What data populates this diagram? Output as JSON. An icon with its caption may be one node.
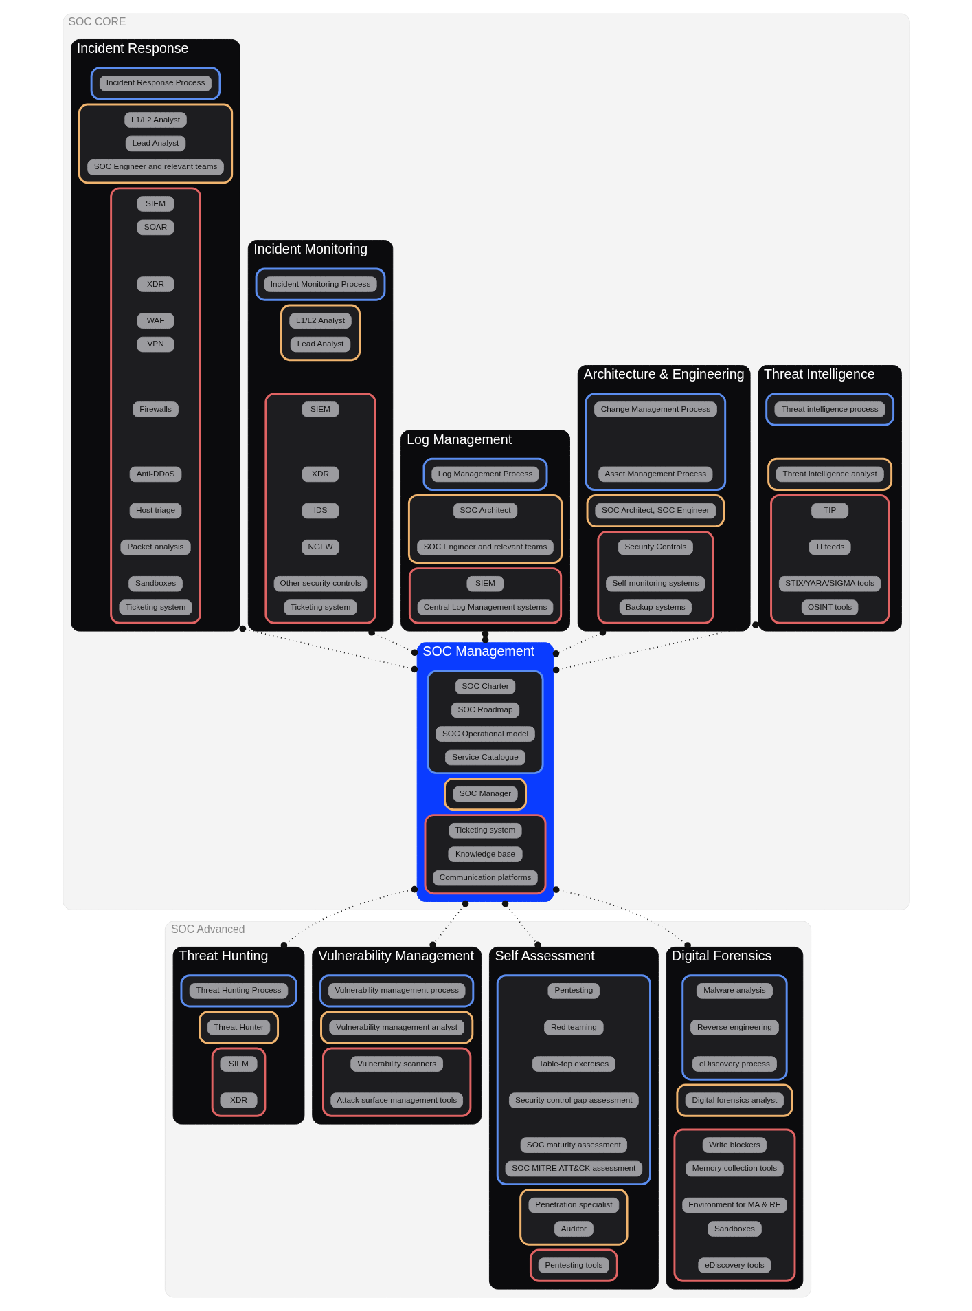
{
  "diagram": {
    "nodes": [
      {
        "text": [
          "SOC CORE"
        ]
      },
      {
        "text": [
          "Threat Intelligence"
        ],
        "in": 0
      },
      {
        "text": [],
        "shape": "box",
        "in": 1
      },
      {
        "text": [
          "Threat intelligence process"
        ],
        "in": 2
      },
      {
        "text": [],
        "shape": "box",
        "in": 1
      },
      {
        "text": [
          "Threat intelligence analyst"
        ],
        "in": 4
      },
      {
        "text": [],
        "shape": "box",
        "in": 1
      },
      {
        "text": [
          "TIP"
        ],
        "in": 6
      },
      {
        "text": [
          "TI feeds"
        ],
        "in": 6
      },
      {
        "text": [
          "STIX/YARA/SIGMA tools"
        ],
        "in": 6
      },
      {
        "text": [
          "OSINT tools"
        ],
        "in": 6
      },
      {
        "text": [
          "Architecture & Engineering"
        ],
        "in": 0
      },
      {
        "text": [],
        "shape": "box",
        "in": 11
      },
      {
        "text": [
          "Change Management Process"
        ],
        "in": 12
      },
      {
        "text": [
          "Asset Management Process"
        ],
        "in": 12
      },
      {
        "text": [],
        "shape": "box",
        "in": 11
      },
      {
        "text": [
          "SOC Architect, SOC Engineer"
        ],
        "in": 15
      },
      {
        "text": [],
        "shape": "box",
        "in": 11
      },
      {
        "text": [
          "Security Controls"
        ],
        "in": 17
      },
      {
        "text": [
          "Self-monitoring systems"
        ],
        "in": 17
      },
      {
        "text": [
          "Backup-systems"
        ],
        "in": 17
      },
      {
        "text": [
          "Log Management"
        ],
        "in": 0
      },
      {
        "text": [],
        "shape": "box",
        "in": 21
      },
      {
        "text": [
          "Log Management Process"
        ],
        "in": 22
      },
      {
        "text": [],
        "shape": "box",
        "in": 21
      },
      {
        "text": [
          "SOC Architect"
        ],
        "in": 24
      },
      {
        "text": [
          "SOC Engineer and relevant teams"
        ],
        "in": 24
      },
      {
        "text": [],
        "shape": "box",
        "in": 21
      },
      {
        "text": [
          "SIEM"
        ],
        "in": 27
      },
      {
        "text": [
          "Central Log Management systems"
        ],
        "in": 27
      },
      {
        "text": [
          "Incident Monitoring"
        ],
        "in": 0
      },
      {
        "text": [],
        "shape": "box",
        "in": 30
      },
      {
        "text": [
          "Incident Monitoring Process"
        ],
        "in": 31
      },
      {
        "text": [],
        "shape": "box",
        "in": 30
      },
      {
        "text": [
          "L1/L2 Analyst"
        ],
        "in": 33
      },
      {
        "text": [
          "Lead Analyst"
        ],
        "in": 33
      },
      {
        "text": [],
        "shape": "box",
        "in": 30
      },
      {
        "text": [
          "SIEM"
        ],
        "in": 36
      },
      {
        "text": [
          "XDR"
        ],
        "in": 36
      },
      {
        "text": [
          "IDS"
        ],
        "in": 36
      },
      {
        "text": [
          "NGFW"
        ],
        "in": 36
      },
      {
        "text": [
          "Other security controls"
        ],
        "in": 36
      },
      {
        "text": [
          "Ticketing system"
        ],
        "in": 36
      },
      {
        "text": [
          "SOC Management"
        ],
        "in": 0
      },
      {
        "text": [],
        "shape": "box",
        "in": 43
      },
      {
        "text": [
          "SOC Charter"
        ],
        "in": 44
      },
      {
        "text": [
          "SOC Roadmap"
        ],
        "in": 44
      },
      {
        "text": [
          "SOC Operational model"
        ],
        "in": 44
      },
      {
        "text": [
          "Service Catalogue"
        ],
        "in": 44
      },
      {
        "text": [],
        "shape": "box",
        "in": 43
      },
      {
        "text": [
          "SOC Manager"
        ],
        "in": 49
      },
      {
        "text": [],
        "shape": "box",
        "in": 43
      },
      {
        "text": [
          "Ticketing system"
        ],
        "in": 51
      },
      {
        "text": [
          "Knowledge base"
        ],
        "in": 51
      },
      {
        "text": [
          "Communication platforms"
        ],
        "in": 51
      },
      {
        "text": [
          "Incident Response"
        ],
        "in": 0
      },
      {
        "text": [],
        "shape": "box",
        "in": 55
      },
      {
        "text": [
          "Incident Response Process"
        ],
        "in": 56
      },
      {
        "text": [],
        "shape": "box",
        "in": 55
      },
      {
        "text": [
          "L1/L2 Analyst"
        ],
        "in": 58
      },
      {
        "text": [
          "Lead Analyst"
        ],
        "in": 58
      },
      {
        "text": [
          "SOC Engineer and relevant teams"
        ],
        "in": 58
      },
      {
        "text": [],
        "shape": "box",
        "in": 55
      },
      {
        "text": [
          "SIEM"
        ],
        "in": 62
      },
      {
        "text": [
          "SOAR"
        ],
        "in": 62
      },
      {
        "text": [
          "XDR"
        ],
        "in": 62
      },
      {
        "text": [
          "WAF"
        ],
        "in": 62
      },
      {
        "text": [
          "VPN"
        ],
        "in": 62
      },
      {
        "text": [
          "Firewalls"
        ],
        "in": 62
      },
      {
        "text": [
          "Anti-DDoS"
        ],
        "in": 62
      },
      {
        "text": [
          "Host triage"
        ],
        "in": 62
      },
      {
        "text": [
          "Packet analysis"
        ],
        "in": 62
      },
      {
        "text": [
          "Sandboxes"
        ],
        "in": 62
      },
      {
        "text": [
          "Ticketing system"
        ],
        "in": 62
      },
      {
        "text": [
          "SOC Advanced"
        ]
      },
      {
        "text": [
          "Threat Hunting"
        ],
        "in": 74
      },
      {
        "text": [],
        "shape": "box",
        "in": 75
      },
      {
        "text": [
          "Threat Hunting Process"
        ],
        "in": 76
      },
      {
        "text": [],
        "shape": "box",
        "in": 75
      },
      {
        "text": [
          "Threat Hunter"
        ],
        "in": 78
      },
      {
        "text": [],
        "shape": "box",
        "in": 75
      },
      {
        "text": [
          "SIEM"
        ],
        "in": 80
      },
      {
        "text": [
          "XDR"
        ],
        "in": 80
      },
      {
        "text": [
          "Vulnerability Management"
        ],
        "in": 74
      },
      {
        "text": [],
        "shape": "box",
        "in": 83
      },
      {
        "text": [
          "Vulnerability management process"
        ],
        "in": 84
      },
      {
        "text": [],
        "shape": "box",
        "in": 83
      },
      {
        "text": [
          "Vulnerability management analyst"
        ],
        "in": 86
      },
      {
        "text": [],
        "shape": "box",
        "in": 83
      },
      {
        "text": [
          "Vulnerability scanners"
        ],
        "in": 88
      },
      {
        "text": [
          "Attack surface management tools"
        ],
        "in": 88
      },
      {
        "text": [
          "Self Assessment"
        ],
        "in": 74
      },
      {
        "text": [],
        "shape": "box",
        "in": 91
      },
      {
        "text": [
          "Pentesting"
        ],
        "in": 92
      },
      {
        "text": [
          "Red teaming"
        ],
        "in": 92
      },
      {
        "text": [
          "Table-top exercises"
        ],
        "in": 92
      },
      {
        "text": [
          "Security control gap assessment"
        ],
        "in": 92
      },
      {
        "text": [
          "SOC maturity assessment"
        ],
        "in": 92
      },
      {
        "text": [
          "SOC MITRE ATT&CK assessment"
        ],
        "in": 92
      },
      {
        "text": [],
        "shape": "box",
        "in": 91
      },
      {
        "text": [
          "Penetration specialist"
        ],
        "in": 99
      },
      {
        "text": [
          "Auditor"
        ],
        "in": 99
      },
      {
        "text": [],
        "shape": "box",
        "in": 91
      },
      {
        "text": [
          "Pentesting tools"
        ],
        "in": 102
      },
      {
        "text": [
          "Digital Forensics"
        ],
        "in": 74
      },
      {
        "text": [],
        "shape": "box",
        "in": 104
      },
      {
        "text": [
          "Malware analysis"
        ],
        "in": 105
      },
      {
        "text": [
          "Reverse engineering"
        ],
        "in": 105
      },
      {
        "text": [
          "eDiscovery process"
        ],
        "in": 105
      },
      {
        "text": [],
        "shape": "box",
        "in": 104
      },
      {
        "text": [
          "Digital forensics analyst"
        ],
        "in": 109
      },
      {
        "text": [],
        "shape": "box",
        "in": 104
      },
      {
        "text": [
          "Write blockers"
        ],
        "in": 111
      },
      {
        "text": [
          "Memory collection tools"
        ],
        "in": 111
      },
      {
        "text": [
          "Environment for MA & RE"
        ],
        "in": 111
      },
      {
        "text": [
          "Sandboxes"
        ],
        "in": 111
      },
      {
        "text": [
          "eDiscovery tools"
        ],
        "in": 111
      }
    ],
    "edges": [
      {
        "from": 1,
        "to": 43,
        "arrow": "other",
        "style": "dashed"
      },
      {
        "from": 11,
        "to": 43,
        "arrow": "other",
        "style": "dashed"
      },
      {
        "from": 21,
        "to": 43,
        "arrow": "other",
        "style": "dashed"
      },
      {
        "from": 30,
        "to": 43,
        "arrow": "other",
        "style": "dashed"
      },
      {
        "from": 55,
        "to": 43,
        "arrow": "other",
        "style": "dashed"
      },
      {
        "from": 43,
        "to": 75,
        "arrow": "other",
        "style": "dashed"
      },
      {
        "from": 43,
        "to": 83,
        "arrow": "other",
        "style": "dashed"
      },
      {
        "from": 43,
        "to": 91,
        "arrow": "other",
        "style": "dashed"
      },
      {
        "from": 43,
        "to": 104,
        "arrow": "other",
        "style": "dashed"
      }
    ]
  }
}
